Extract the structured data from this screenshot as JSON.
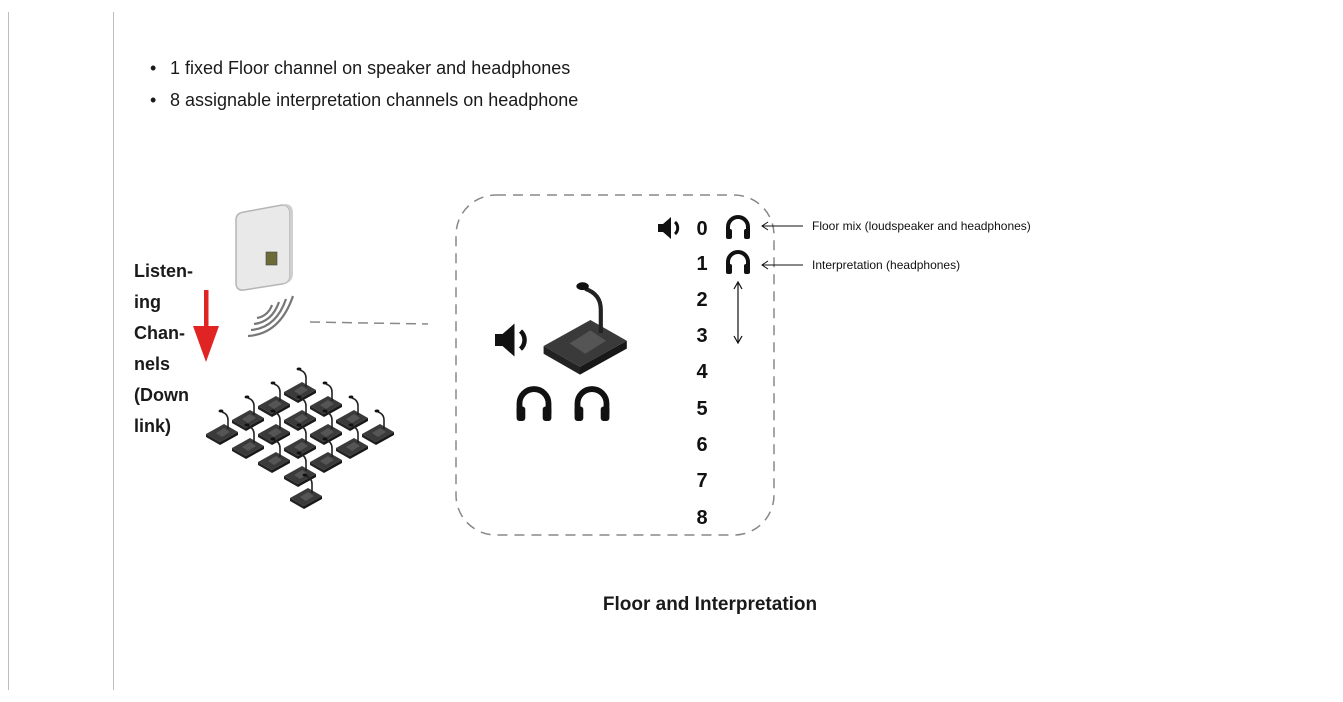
{
  "row_label": [
    "Listen-",
    "ing",
    "Chan-",
    "nels",
    "(Down",
    "link)"
  ],
  "bullets": [
    "1 fixed Floor channel on speaker and headphones",
    "8 assignable interpretation channels on headphone"
  ],
  "diagram": {
    "channels": [
      "0",
      "1",
      "2",
      "3",
      "4",
      "5",
      "6",
      "7",
      "8"
    ],
    "annotation_floor": "Floor mix (loudspeaker and headphones)",
    "annotation_interp": "Interpretation (headphones)",
    "icons": [
      "speaker-icon",
      "headphones-icon",
      "microphone-unit",
      "access-point",
      "arrow-down"
    ],
    "colors": {
      "arrow": "#e02424",
      "dashes": "#888888"
    }
  },
  "caption": "Floor and Interpretation"
}
